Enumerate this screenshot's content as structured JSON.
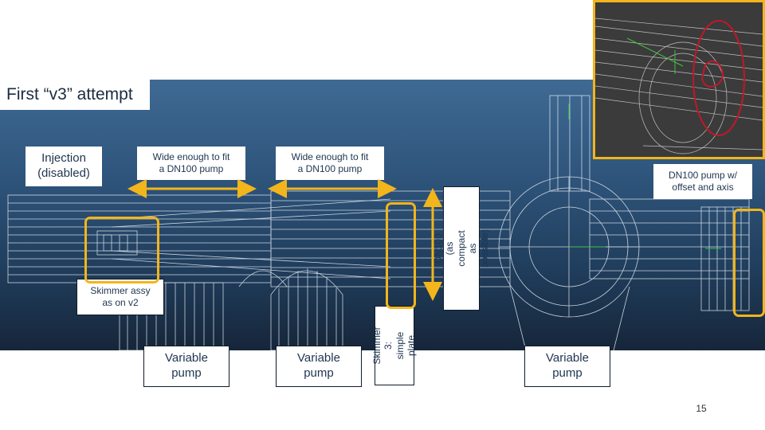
{
  "slide": {
    "title": "First “v3” attempt",
    "page_number": "15"
  },
  "labels": {
    "injection": "Injection\n(disabled)",
    "wide_left": "Wide enough to fit\na DN100 pump",
    "wide_mid": "Wide enough to fit\na DN100 pump",
    "dn100_offset": "DN100 pump w/\noffset and axis",
    "dn100_compact": "DN100\n(as compact as possible)",
    "skimmer_assy": "Skimmer assy\nas on v2",
    "skimmer3": "Skimmer 3:\nsimple plate",
    "pump_left": "Variable\npump",
    "pump_mid": "Variable\npump",
    "pump_right": "Variable\npump"
  },
  "colors": {
    "highlight": "#f2b51b",
    "wireframe": "#e8eef5",
    "background_top": "#3f6a93",
    "background_bottom": "#16263a",
    "inset_circle": "#c0182a"
  },
  "icons": {
    "arrow": "double-headed-arrow-icon",
    "axis": "axis-triad-icon"
  }
}
